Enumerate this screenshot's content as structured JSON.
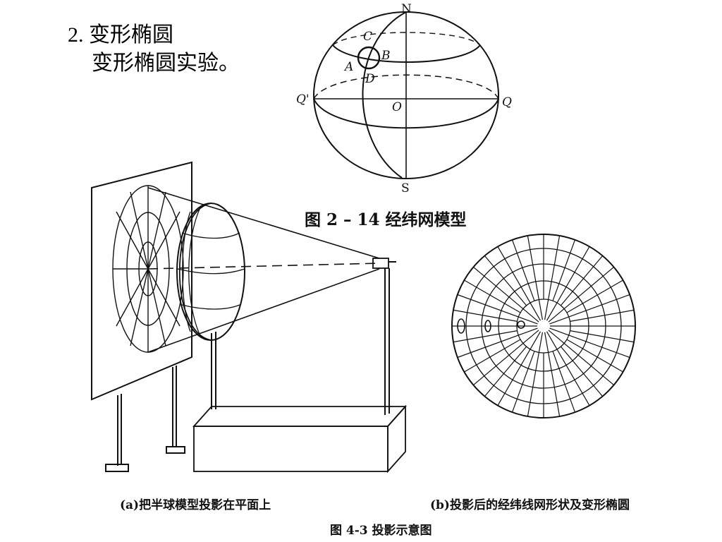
{
  "heading": {
    "line1": "2. 变形椭圆",
    "line2": "变形椭圆实验。"
  },
  "figure_2_14": {
    "caption": "图 2 – 14   经纬网模型",
    "labels": {
      "n": "N",
      "s": "S",
      "c": "C",
      "b": "B",
      "a": "A",
      "d": "D",
      "o": "O",
      "q_left": "Q'",
      "q_right": "Q"
    }
  },
  "figure_4_3": {
    "caption_a": "(a)把半球模型投影在平面上",
    "caption_b": "(b)投影后的经纬线网形状及变形椭圆",
    "caption": "图  4-3   投影示意图"
  },
  "colors": {
    "ink": "#111111",
    "background": "#ffffff"
  }
}
